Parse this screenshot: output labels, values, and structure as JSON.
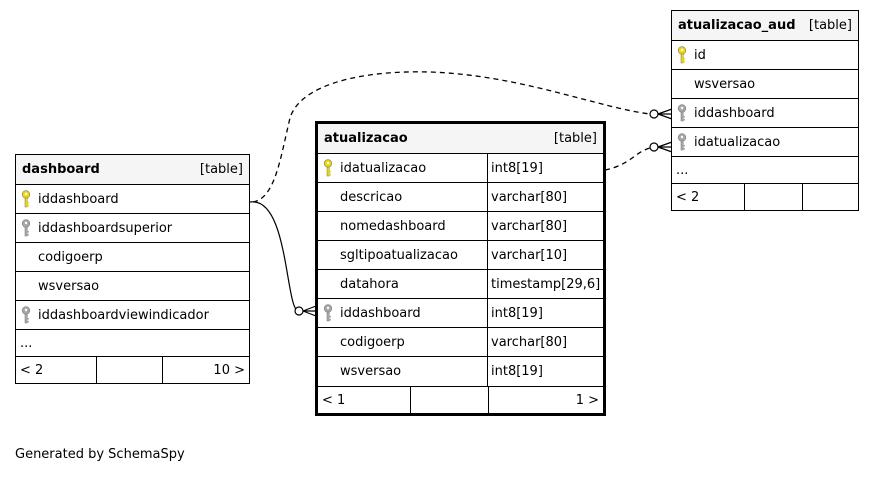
{
  "colors": {
    "primary_key": "#f0d800",
    "foreign_key": "#a8a8a8",
    "header_bg": "#f5f5f5"
  },
  "tables": {
    "dashboard": {
      "name": "dashboard",
      "kind": "[table]",
      "columns": [
        {
          "name": "iddashboard",
          "key": "primary-key-icon"
        },
        {
          "name": "iddashboardsuperior",
          "key": "foreign-key-icon"
        },
        {
          "name": "codigoerp",
          "key": ""
        },
        {
          "name": "wsversao",
          "key": ""
        },
        {
          "name": "iddashboardviewindicador",
          "key": "foreign-key-icon"
        }
      ],
      "ellipsis": "...",
      "footer": {
        "parents": "< 2",
        "middle": "",
        "children": "10 >"
      }
    },
    "atualizacao": {
      "name": "atualizacao",
      "kind": "[table]",
      "columns": [
        {
          "name": "idatualizacao",
          "type": "int8[19]",
          "key": "primary-key-icon"
        },
        {
          "name": "descricao",
          "type": "varchar[80]",
          "key": ""
        },
        {
          "name": "nomedashboard",
          "type": "varchar[80]",
          "key": ""
        },
        {
          "name": "sgltipoatualizacao",
          "type": "varchar[10]",
          "key": ""
        },
        {
          "name": "datahora",
          "type": "timestamp[29,6]",
          "key": ""
        },
        {
          "name": "iddashboard",
          "type": "int8[19]",
          "key": "foreign-key-icon"
        },
        {
          "name": "codigoerp",
          "type": "varchar[80]",
          "key": ""
        },
        {
          "name": "wsversao",
          "type": "int8[19]",
          "key": ""
        }
      ],
      "footer": {
        "parents": "< 1",
        "middle": "",
        "children": "1 >"
      }
    },
    "atualizacao_aud": {
      "name": "atualizacao_aud",
      "kind": "[table]",
      "columns": [
        {
          "name": "id",
          "key": "primary-key-icon"
        },
        {
          "name": "wsversao",
          "key": ""
        },
        {
          "name": "iddashboard",
          "key": "foreign-key-icon"
        },
        {
          "name": "idatualizacao",
          "key": "foreign-key-icon"
        }
      ],
      "ellipsis": "...",
      "footer": {
        "parents": "< 2",
        "middle": "",
        "children": ""
      }
    }
  },
  "generated_by": "Generated by SchemaSpy"
}
